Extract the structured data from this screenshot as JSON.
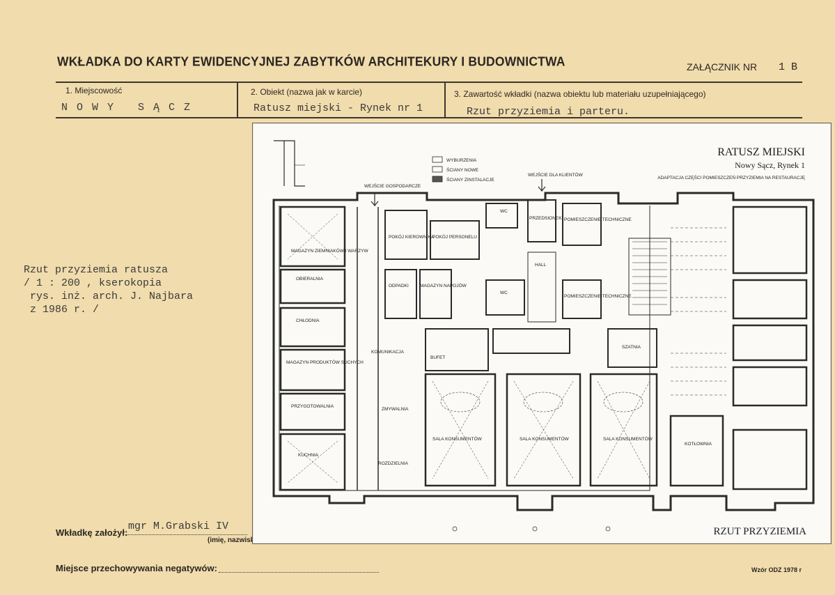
{
  "form": {
    "title": "WKŁADKA DO KARTY EWIDENCYJNEJ ZABYTKÓW ARCHITEKURY I BUDOWNICTWA",
    "annex_label": "ZAŁĄCZNIK NR",
    "annex_value": "1  B",
    "fields": [
      {
        "header": "1. Miejscowość",
        "value": "N O W Y   S Ą C Z"
      },
      {
        "header": "2. Obiekt (nazwa jak w karcie)",
        "value": "Ratusz miejski - Rynek nr 1"
      },
      {
        "header": "3. Zawartość wkładki (nazwa obiektu lub materiału uzupełniającego)",
        "value": "Rzut przyziemia i parteru."
      }
    ],
    "left_note": "Rzut przyziemia ratusza\n/ 1 : 200 , kserokopia\n rys. inż. arch. J. Najbara\n z 1986 r. /",
    "author_label": "Wkładkę założył:",
    "author_value": "mgr M.Grabski IV",
    "author_hint": "(imię, nazwisko, data)",
    "negatives_label": "Miejsce przechowywania negatywów:",
    "form_code": "Wzór ODZ 1978 r"
  },
  "plan": {
    "title_line1": "RATUSZ MIEJSKI",
    "title_line2": "Nowy Sącz, Rynek 1",
    "subtitle": "ADAPTACJA CZĘŚCI POMIESZCZEŃ PRZYZIEMIA NA RESTAURACJĘ",
    "footer_title": "RZUT PRZYZIEMIA",
    "legend": [
      "WYBURZENIA",
      "ŚCIANY NOWE",
      "ŚCIANY ZINSTALACJE"
    ],
    "entrance_service": "WEJŚCIE GOSPODARCZE",
    "entrance_clients": "WEJŚCIE DLA KLIENTÓW",
    "rooms": {
      "magazyn_ziemniakow": "MAGAZYN ZIEMNIAKÓW I WARZYW",
      "obieralnia": "OBIERALNIA",
      "chlodnia": "CHŁODNIA",
      "magazyn_produktow": "MAGAZYN PRODUKTÓW SUCHYCH",
      "przygotowalnia": "PRZYGOTOWALNIA",
      "kuchnia": "KUCHNIA",
      "pokoj_kierownika": "POKÓJ KIEROWNIKA",
      "pokoj_personelu": "POKÓJ PERSONELU",
      "przedsionek": "PRZEDSIONEK",
      "pomieszczenie_techniczne_1": "POMIESZCZENIE TECHNICZNE",
      "pomieszczenie_techniczne_2": "POMIESZCZENIE TECHNICZNE",
      "odpadki": "ODPADKI",
      "magazyn_napojow": "MAGAZYN NAPOJÓW",
      "hall": "HALL",
      "komunikacja": "KOMUNIKACJA",
      "bufet": "BUFET",
      "zmywalnia": "ZMYWALNIA",
      "rozdzielnia": "ROZDZIELNIA",
      "sala_1": "SALA KONSUMENTÓW",
      "sala_2": "SALA KONSUMENTÓW",
      "sala_3": "SALA KONSUMENTÓW",
      "szatnia": "SZATNIA",
      "kotlownia": "KOTŁOWNIA",
      "wc1": "WC",
      "wc2": "WC"
    }
  }
}
